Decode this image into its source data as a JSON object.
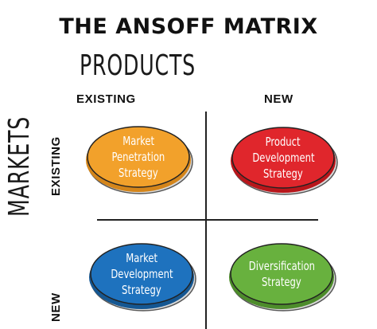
{
  "title": "THE ANSOFF MATRIX",
  "axes": {
    "products_label": "PRODUCTS",
    "markets_label": "MARKETS",
    "columns": [
      "EXISTING",
      "NEW"
    ],
    "rows": [
      "EXISTING",
      "NEW"
    ]
  },
  "quadrants": [
    {
      "lines": [
        "Market",
        "Penetration",
        "Strategy"
      ],
      "color": "#f2a12b",
      "edge": "#d4851a"
    },
    {
      "lines": [
        "Product",
        "Development",
        "Strategy"
      ],
      "color": "#e0262c",
      "edge": "#b8161b"
    },
    {
      "lines": [
        "Market",
        "Development",
        "Strategy"
      ],
      "color": "#1e72be",
      "edge": "#155792"
    },
    {
      "lines": [
        "Diversification",
        "Strategy"
      ],
      "color": "#68b13e",
      "edge": "#4d8c2b"
    }
  ]
}
